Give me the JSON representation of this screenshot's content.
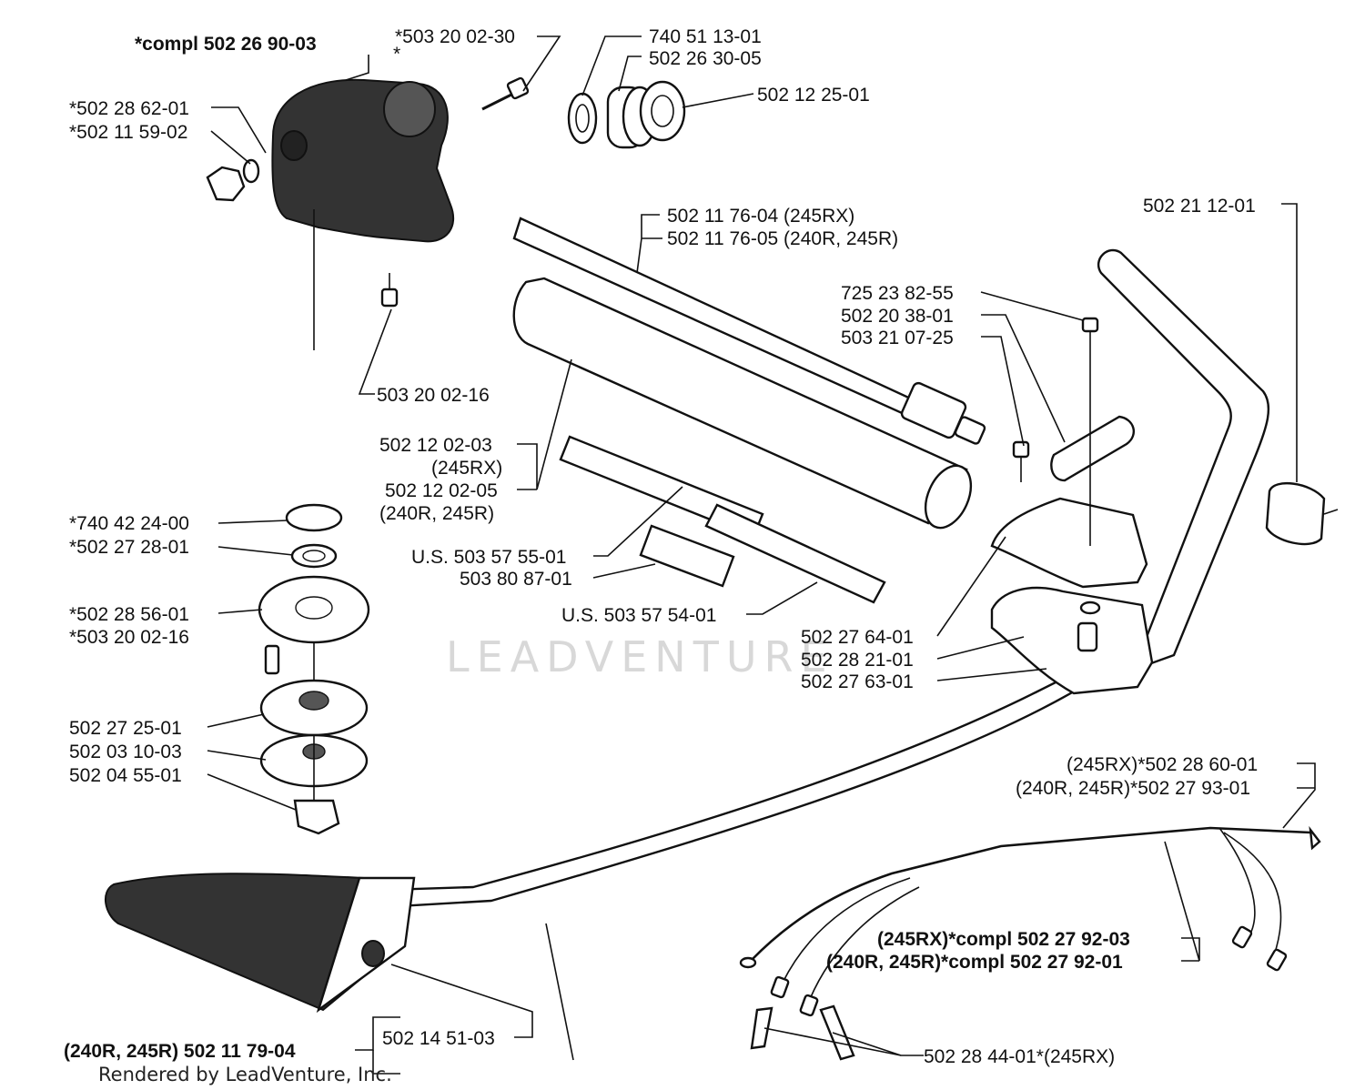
{
  "watermark": "LEADVENTURE",
  "footer": {
    "credit": "Rendered by LeadVenture, Inc."
  },
  "labels": {
    "compl_head": "*compl 502 26 90-03",
    "star": "*",
    "p_503200230": "*503 20 02-30",
    "p_740511301": "740 51 13-01",
    "p_502263005": "502 26 30-05",
    "p_502122501": "502 12 25-01",
    "p_502286201": "*502 28 62-01",
    "p_502115902": "*502 11 59-02",
    "p_503200216a": "503 20 02-16",
    "p_502117604": "502 11 76-04 (245RX)",
    "p_502117605": "502 11 76-05 (240R, 245R)",
    "p_502211201": "502 21 12-01",
    "p_725238255": "725 23 82-55",
    "p_502203801": "502 20 38-01",
    "p_503210725": "503 21 07-25",
    "p_502120203": "502 12 02-03",
    "p_245rx": "(245RX)",
    "p_502120205": "502 12 02-05",
    "p_240r245r": "(240R, 245R)",
    "p_740422400": "*740 42 24-00",
    "p_502272801": "*502 27 28-01",
    "p_us503575501": "U.S. 503 57 55-01",
    "p_503808701": "503 80 87-01",
    "p_us503575401": "U.S. 503 57 54-01",
    "p_502285601": "*502 28 56-01",
    "p_503200216b": "*503 20 02-16",
    "p_502276401": "502 27 64-01",
    "p_502282101": "502 28 21-01",
    "p_502276301": "502 27 63-01",
    "p_502272501": "502 27 25-01",
    "p_502031003": "502 03 10-03",
    "p_502045501": "502 04 55-01",
    "p_502286001": "(245RX)*502 28 60-01",
    "p_502279301": "(240R, 245R)*502 27 93-01",
    "p_compl_279203": "(245RX)*compl 502 27 92-03",
    "p_compl_279201": "(240R, 245R)*compl 502 27 92-01",
    "p_502145103": "502 14 51-03",
    "p_502117904": "(240R, 245R) 502 11 79-04",
    "p_502284401": "502 28 44-01*(245RX)"
  }
}
